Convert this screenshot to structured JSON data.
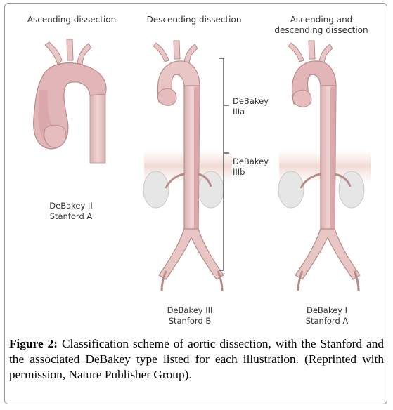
{
  "panels": [
    {
      "title": "Ascending dissection",
      "label_line1": "DeBakey II",
      "label_line2": "Stanford A"
    },
    {
      "title": "Descending dissection",
      "label_line1": "DeBakey III",
      "label_line2": "Stanford B"
    },
    {
      "title_line1": "Ascending and",
      "title_line2": "descending dissection",
      "label_line1": "DeBakey I",
      "label_line2": "Stanford A"
    }
  ],
  "bracket_labels": {
    "iiia_line1": "DeBakey",
    "iiia_line2": "IIIa",
    "iiib_line1": "DeBakey",
    "iiib_line2": "IIIb"
  },
  "caption": {
    "figure_label": "Figure 2:",
    "text": "Classification scheme of aortic dissection, with the Stanford and the associated DeBakey type listed for each illustration. (Reprinted with permission, Nature Publisher Group)."
  },
  "colors": {
    "aorta_fill": "#e9c6c6",
    "aorta_outline": "#b98a8a",
    "false_lumen": "#d8a5a8",
    "kidney": "#e6e6e6",
    "bracket": "#333333"
  }
}
